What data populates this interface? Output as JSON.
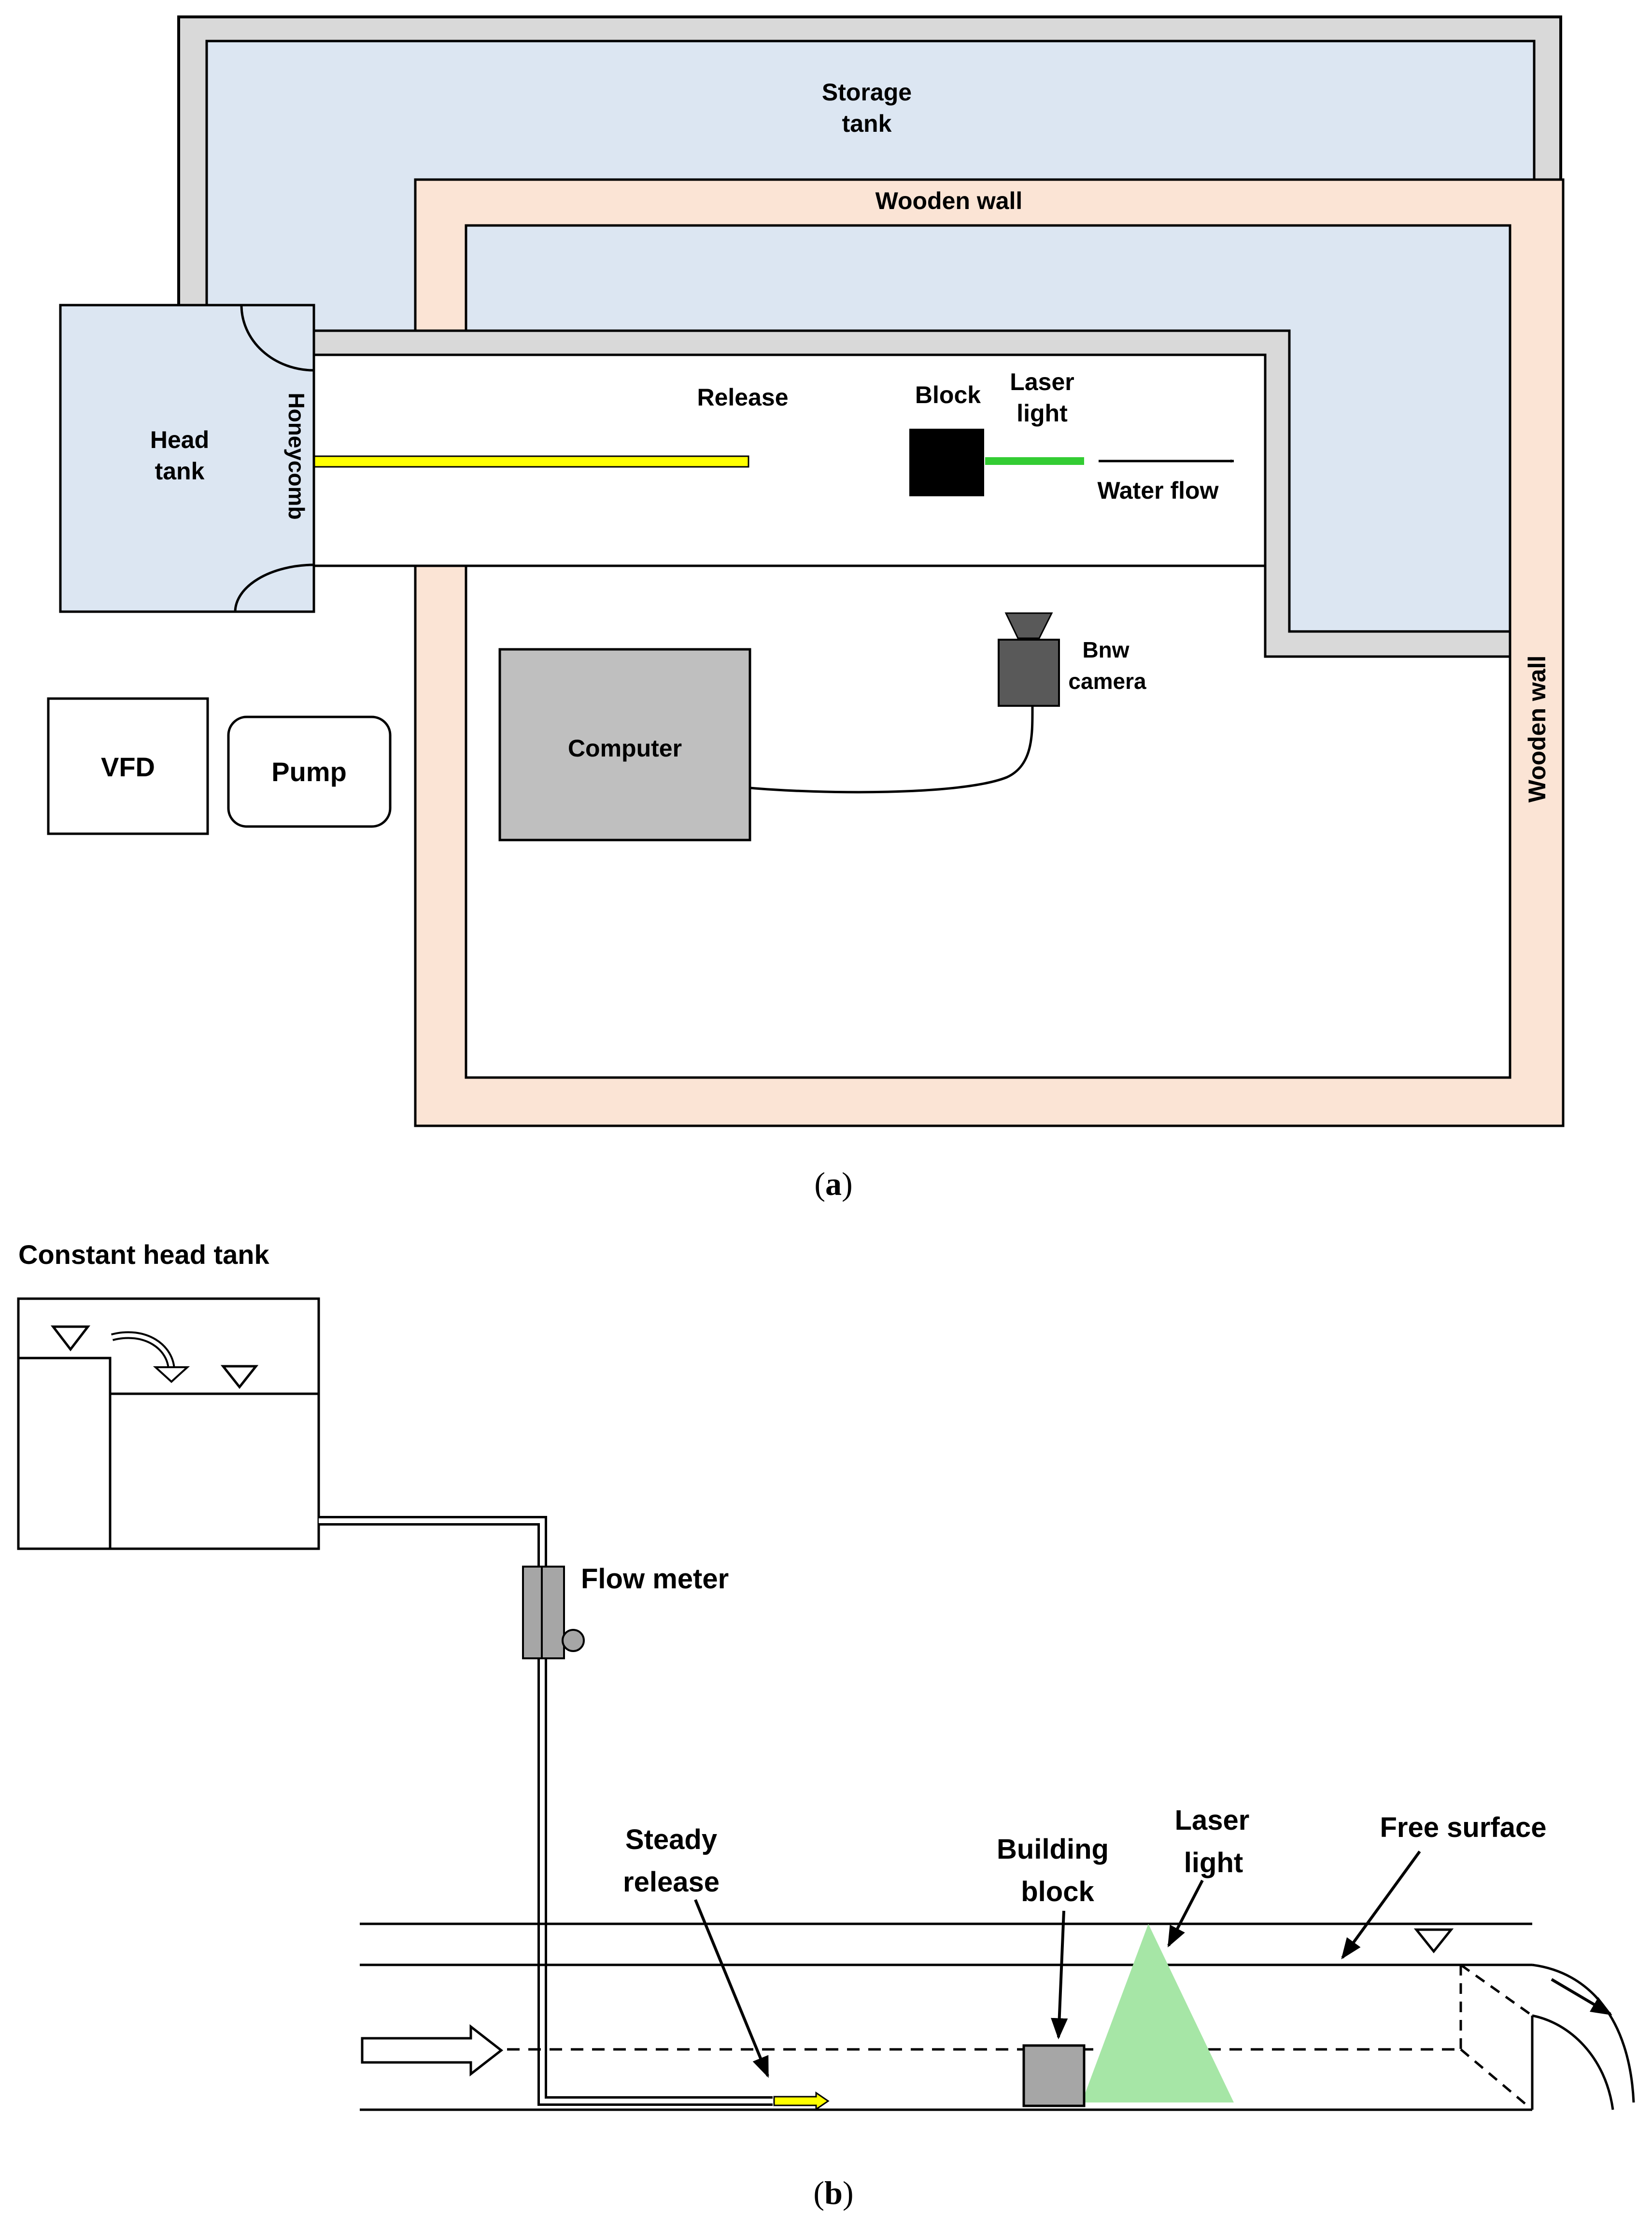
{
  "diagram_a": {
    "caption": {
      "open": "(",
      "letter": "a",
      "close": ")"
    },
    "labels": {
      "storage_tank_line1": "Storage",
      "storage_tank_line2": "tank",
      "wooden_wall_top": "Wooden wall",
      "wooden_wall_side": "Wooden wall",
      "head_tank_line1": "Head",
      "head_tank_line2": "tank",
      "honeycomb": "Honeycomb",
      "release": "Release",
      "block": "Block",
      "laser_line1": "Laser",
      "laser_line2": "light",
      "water_flow": "Water flow",
      "camera_line1": "Bnw",
      "camera_line2": "camera",
      "computer": "Computer",
      "vfd": "VFD",
      "pump": "Pump"
    }
  },
  "diagram_b": {
    "caption": {
      "open": "(",
      "letter": "b",
      "close": ")"
    },
    "labels": {
      "constant_head_tank": "Constant head tank",
      "flow_meter": "Flow meter",
      "steady_line1": "Steady",
      "steady_line2": "release",
      "building_line1": "Building",
      "building_line2": "block",
      "laser_line1": "Laser",
      "laser_line2": "light",
      "free_surface": "Free surface"
    }
  },
  "colors": {
    "storage_water": "#dce6f2",
    "wooden_wall": "#fbe4d5",
    "flume_wall": "#d9d9d9",
    "release_line": "#ffff00",
    "laser_green": "#33cc33",
    "laser_light_b": "#a6e6a6",
    "computer": "#bfbfbf",
    "camera": "#595959",
    "building_block": "#a6a6a6"
  }
}
